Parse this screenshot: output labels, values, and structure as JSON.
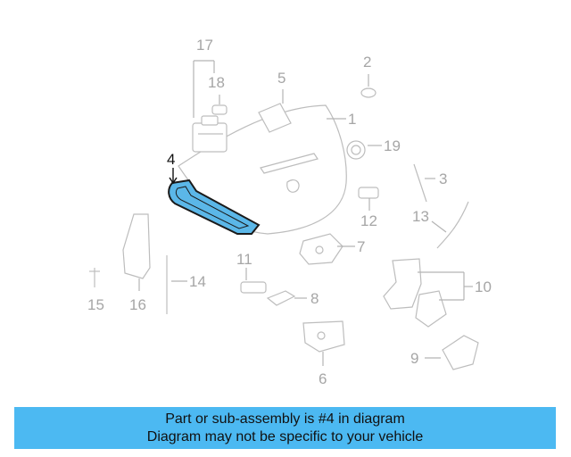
{
  "callouts": {
    "c1": "1",
    "c2": "2",
    "c3": "3",
    "c4": "4",
    "c5": "5",
    "c6": "6",
    "c7": "7",
    "c8": "8",
    "c9": "9",
    "c10": "10",
    "c11": "11",
    "c12": "12",
    "c13": "13",
    "c14": "14",
    "c15": "15",
    "c16": "16",
    "c17": "17",
    "c18": "18",
    "c19": "19"
  },
  "highlight": {
    "part_number": "4",
    "color": "#5bb7e8",
    "outline": "#1a1a1a"
  },
  "banner": {
    "line1": "Part or sub-assembly is #4 in diagram",
    "line2": "Diagram may not be specific to your vehicle",
    "background": "#4cb9f2"
  }
}
